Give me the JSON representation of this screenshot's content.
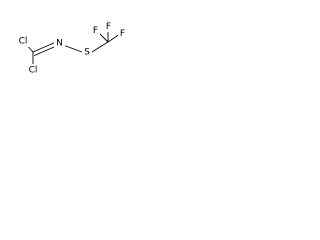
{
  "molecule": {
    "atoms": {
      "cl_top": "Cl",
      "cl_bottom": "Cl",
      "n": "N",
      "s": "S",
      "f_top": "F",
      "f_left": "F",
      "f_right": "F"
    },
    "colors": {
      "bond": "#000000",
      "label": "#000000",
      "background": "#ffffff"
    }
  }
}
